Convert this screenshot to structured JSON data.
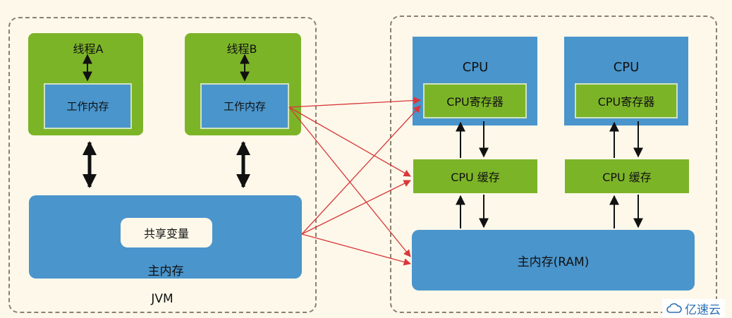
{
  "jvm": {
    "label": "JVM",
    "thread_a": {
      "title": "线程A",
      "work_memory": "工作内存"
    },
    "thread_b": {
      "title": "线程B",
      "work_memory": "工作内存"
    },
    "main_memory": {
      "label": "主内存",
      "shared_variable": "共享变量"
    }
  },
  "hardware": {
    "cpu_left": {
      "label": "CPU",
      "registers": "CPU寄存器",
      "cache": "CPU 缓存"
    },
    "cpu_right": {
      "label": "CPU",
      "registers": "CPU寄存器",
      "cache": "CPU 缓存"
    },
    "ram": {
      "label": "主内存(RAM)"
    }
  },
  "watermark": {
    "text": "亿速云"
  },
  "colors": {
    "background": "#fdf8ea",
    "green": "#7cb428",
    "blue": "#4a95cc",
    "arrow_red": "#d9373a",
    "dashed_border": "#8a8070"
  }
}
